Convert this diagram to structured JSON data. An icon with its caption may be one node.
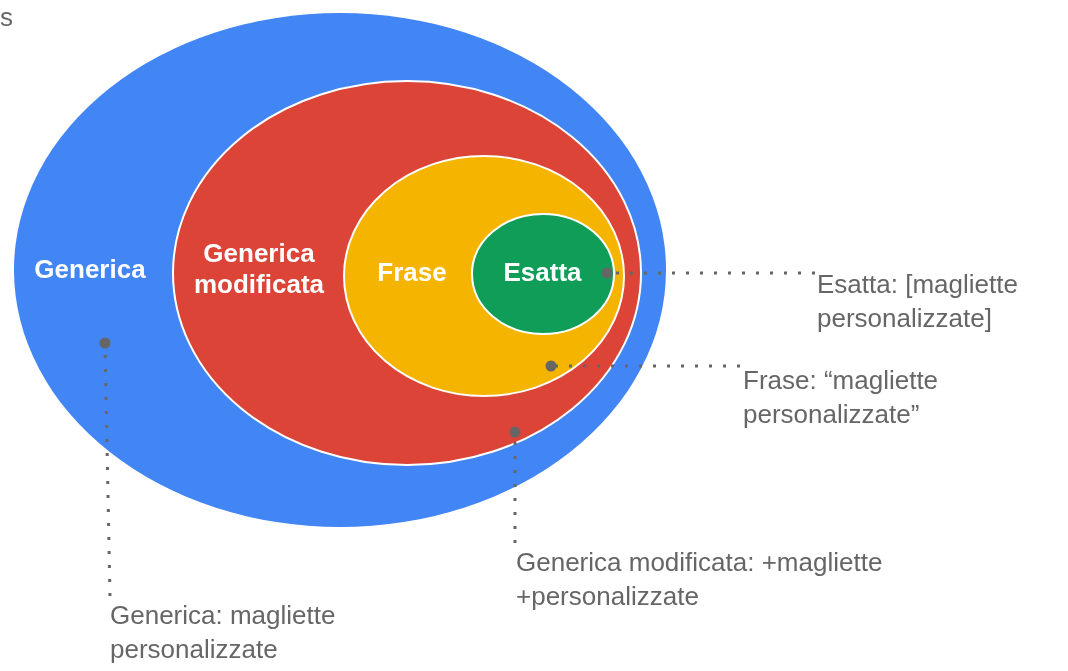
{
  "diagram": {
    "nodes": [
      {
        "text": [
          "Generica"
        ]
      },
      {
        "text": [
          "Generica modificata"
        ],
        "in": 0
      },
      {
        "text": [
          "Frase"
        ],
        "in": 1
      },
      {
        "text": [
          "Esatta"
        ],
        "in": 2
      },
      {
        "text": [
          "Esatta: [magliette personalizzate]"
        ]
      },
      {
        "text": [
          "Frase: “magliette personalizzate”"
        ]
      },
      {
        "text": [
          "Generica modificata: +magliette +personalizzate"
        ]
      },
      {
        "text": [
          "Generica: magliette personalizzate"
        ]
      }
    ],
    "edges": [
      {
        "from": 4,
        "to": 3,
        "arrow": "other",
        "style": "dashed"
      },
      {
        "from": 5,
        "to": 2,
        "arrow": "other",
        "style": "dashed"
      },
      {
        "from": 6,
        "to": 1,
        "arrow": "other",
        "style": "dashed"
      },
      {
        "from": 7,
        "to": 0,
        "arrow": "other",
        "style": "dashed"
      }
    ],
    "labels": [
      "s"
    ]
  }
}
